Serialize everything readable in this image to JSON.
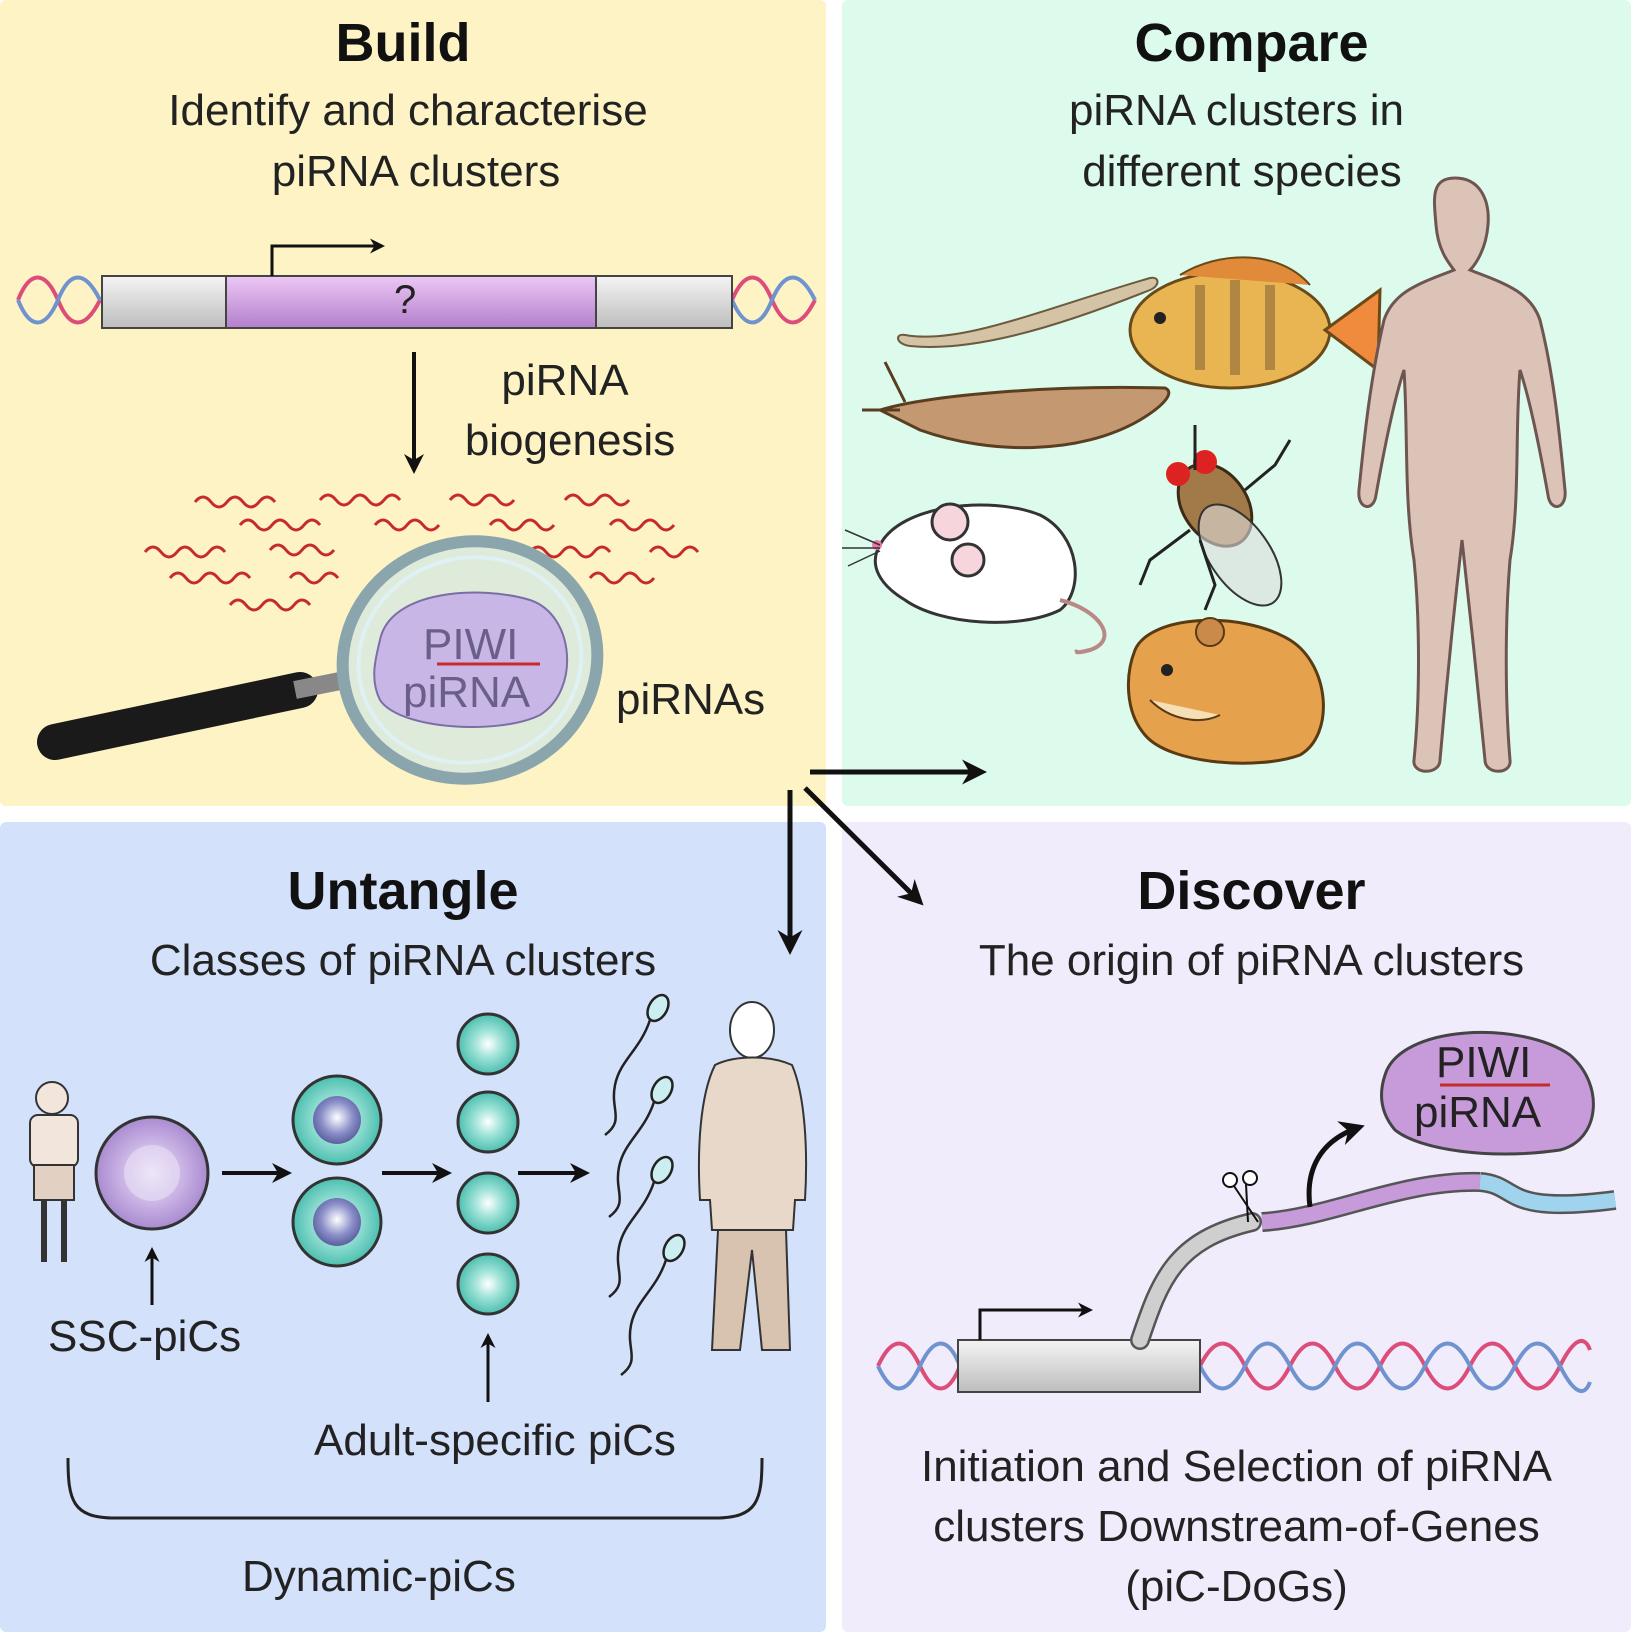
{
  "panels": {
    "build": {
      "title": "Build",
      "subtitle_line1": "Identify and characterise",
      "subtitle_line2": "piRNA clusters",
      "question_mark": "?",
      "process_line1": "piRNA",
      "process_line2": "biogenesis",
      "piwi_label": "PIWI",
      "pirna_label": "piRNA",
      "pirnas_label": "piRNAs"
    },
    "compare": {
      "title": "Compare",
      "subtitle_line1": "piRNA clusters in",
      "subtitle_line2": "different species"
    },
    "untangle": {
      "title": "Untangle",
      "subtitle": "Classes of piRNA clusters",
      "ssc_label": "SSC-piCs",
      "adult_label": "Adult-specific piCs",
      "dynamic_label": "Dynamic-piCs"
    },
    "discover": {
      "title": "Discover",
      "subtitle": "The origin of piRNA clusters",
      "piwi_label": "PIWI",
      "pirna_label": "piRNA",
      "caption_line1": "Initiation and Selection of piRNA",
      "caption_line2": "clusters Downstream-of-Genes",
      "caption_line3": "(piC-DoGs)"
    }
  },
  "colors": {
    "build_bg": "#fdf3c4",
    "compare_bg": "#dcfbec",
    "untangle_bg": "#d4e1fb",
    "discover_bg": "#f1ecfb",
    "cluster_purple": "#d69de6",
    "pirna_red": "#c62a2a",
    "dna_blue": "#6f93cf",
    "dna_pink": "#dd4d7a",
    "transcript_blue": "#9fd3ee",
    "piwi_purple": "#c79bd9"
  },
  "icons": [
    "dna-helix",
    "promoter-arrow",
    "magnifying-glass",
    "piwi-protein",
    "planarian",
    "fish",
    "slug",
    "fly",
    "mouse",
    "hamster",
    "human",
    "boy",
    "germ-cell",
    "sperm",
    "man",
    "scissors"
  ]
}
